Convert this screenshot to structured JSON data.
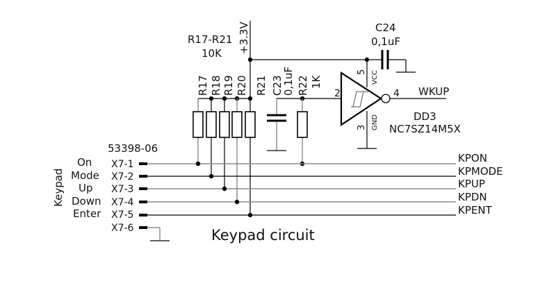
{
  "title": "Keypad circuit",
  "supply": "+3.3V",
  "resistor_group": {
    "ref": "R17-R21",
    "value": "10K"
  },
  "resistors": [
    "R17",
    "R18",
    "R19",
    "R20",
    "R21"
  ],
  "c23": {
    "ref": "C23",
    "value": "0,1uF"
  },
  "r22": {
    "ref": "R22",
    "value": "1K"
  },
  "c24": {
    "ref": "C24",
    "value": "0,1uF"
  },
  "ic": {
    "ref": "DD3",
    "part": "NC7SZ14M5X",
    "pin_in": "2",
    "pin_out": "4",
    "pin_vcc": "5",
    "pin_gnd": "3",
    "vcc_label": "VCC",
    "gnd_label": "GND",
    "output_net": "WKUP"
  },
  "connector": {
    "part": "53398-06",
    "group_label": "Keypad",
    "pins": [
      {
        "pin": "X7-1",
        "key": "On",
        "net": "KPON"
      },
      {
        "pin": "X7-2",
        "key": "Mode",
        "net": "KPMODE"
      },
      {
        "pin": "X7-3",
        "key": "Up",
        "net": "KPUP"
      },
      {
        "pin": "X7-4",
        "key": "Down",
        "net": "KPDN"
      },
      {
        "pin": "X7-5",
        "key": "Enter",
        "net": "KPENT"
      },
      {
        "pin": "X7-6",
        "key": "",
        "net": ""
      }
    ]
  }
}
